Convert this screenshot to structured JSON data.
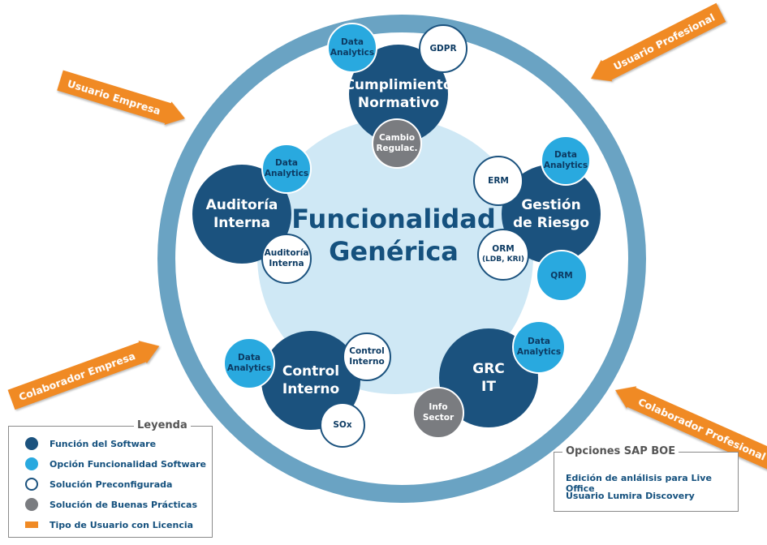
{
  "center": {
    "line1": "Funcionalidad",
    "line2": "Genérica"
  },
  "modules": {
    "cumplimiento": {
      "main": [
        "Cumplimiento",
        "Normativo"
      ],
      "data_analytics": [
        "Data",
        "Analytics"
      ],
      "gdpr": "GDPR",
      "cambio": [
        "Cambio",
        "Regulac."
      ]
    },
    "auditoria": {
      "main": [
        "Auditoría",
        "Interna"
      ],
      "data_analytics": [
        "Data",
        "Analytics"
      ],
      "auditoria_interna": [
        "Auditoría",
        "Interna"
      ]
    },
    "riesgo": {
      "main": [
        "Gestión",
        "de Riesgo"
      ],
      "data_analytics": [
        "Data",
        "Analytics"
      ],
      "erm": "ERM",
      "orm": [
        "ORM",
        "(LDB, KRI)"
      ],
      "qrm": "QRM"
    },
    "control": {
      "main": [
        "Control",
        "Interno"
      ],
      "data_analytics": [
        "Data",
        "Analytics"
      ],
      "control_interno": [
        "Control",
        "Interno"
      ],
      "sox": "SOx"
    },
    "grc": {
      "main": [
        "GRC",
        "IT"
      ],
      "data_analytics": [
        "Data",
        "Analytics"
      ],
      "info_sector": [
        "Info",
        "Sector"
      ]
    }
  },
  "arrows": {
    "usuario_empresa": "Usuario Empresa",
    "usuario_profesional": "Usuario Profesional",
    "colaborador_empresa": "Colaborador Empresa",
    "colaborador_profesional": "Colaborador Profesional"
  },
  "legend": {
    "title": "Leyenda",
    "items": [
      "Función del Software",
      "Opción Funcionalidad Software",
      "Solución Preconfigurada",
      "Solución de Buenas Prácticas",
      "Tipo de Usuario con Licencia"
    ]
  },
  "options_box": {
    "title": "Opciones SAP BOE",
    "lines": [
      "Edición de anlálisis para Live Office",
      "Usuario Lumira Discovery"
    ]
  },
  "colors": {
    "funcion": "#1b527e",
    "opcion": "#29a9df",
    "buenas_practicas": "#7a7c80",
    "usuario": "#f08a24",
    "ring": "#6aa3c3",
    "core": "#cfe8f5"
  }
}
